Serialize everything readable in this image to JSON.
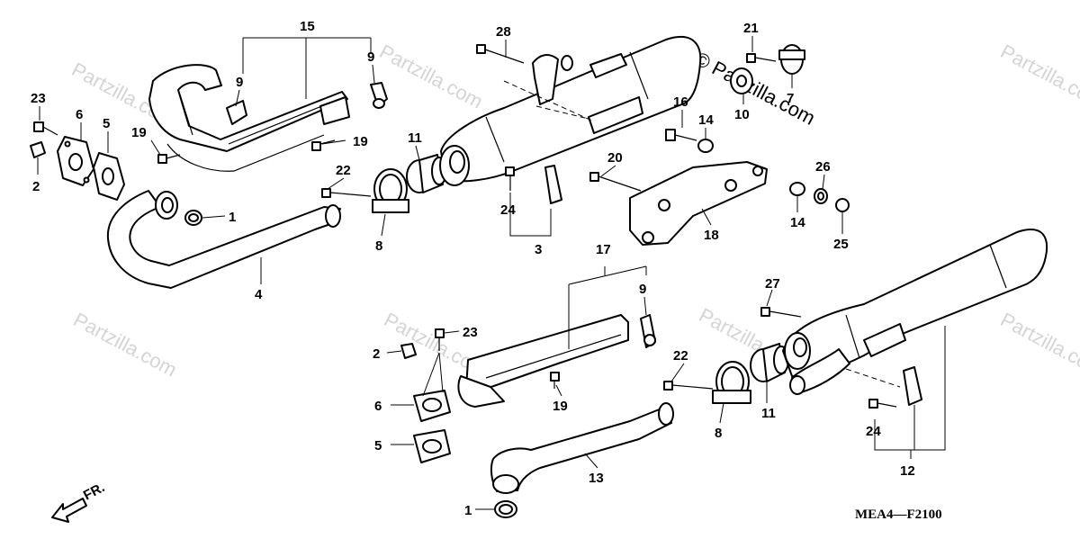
{
  "watermark": {
    "symbol": "©",
    "text": "Partzilla.com",
    "faint_color": "#d4d4d4"
  },
  "diagram_code": "MEA4—F2100",
  "front_indicator": "FR.",
  "callouts": {
    "c1a": "1",
    "c1b": "1",
    "c2a": "2",
    "c2b": "2",
    "c3": "3",
    "c4": "4",
    "c5a": "5",
    "c5b": "5",
    "c6a": "6",
    "c6b": "6",
    "c7": "7",
    "c8a": "8",
    "c8b": "8",
    "c9a": "9",
    "c9b": "9",
    "c9c": "9",
    "c10": "10",
    "c11a": "11",
    "c11b": "11",
    "c12": "12",
    "c13": "13",
    "c14a": "14",
    "c14b": "14",
    "c15": "15",
    "c16": "16",
    "c17": "17",
    "c18": "18",
    "c19a": "19",
    "c19b": "19",
    "c19c": "19",
    "c20": "20",
    "c21": "21",
    "c22a": "22",
    "c22b": "22",
    "c23a": "23",
    "c23b": "23",
    "c24a": "24",
    "c24b": "24",
    "c25": "25",
    "c26": "26",
    "c27": "27",
    "c28": "28"
  }
}
